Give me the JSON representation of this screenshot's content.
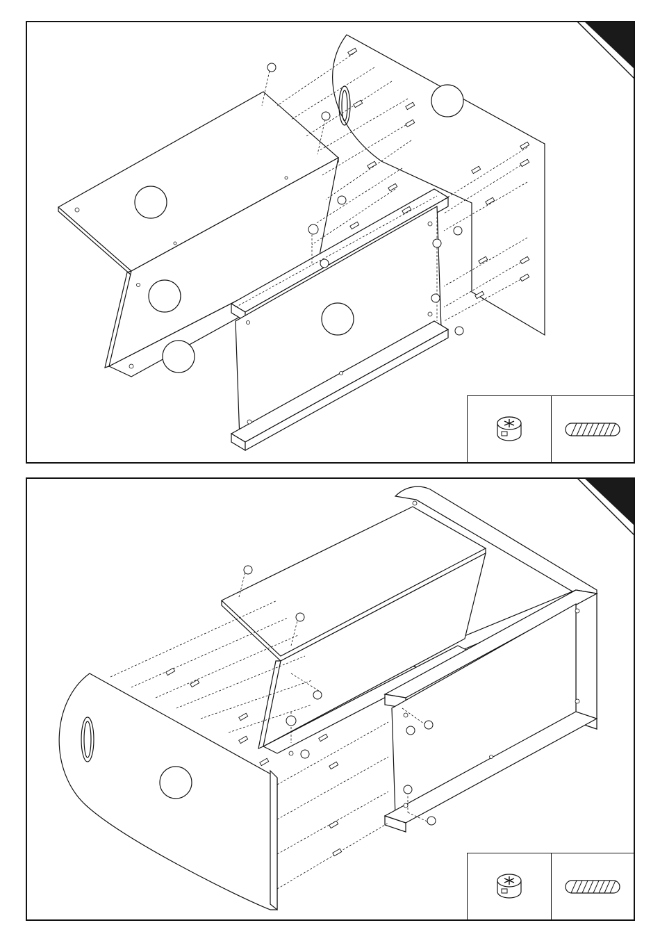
{
  "steps": [
    {
      "id": "step-a",
      "hardware": [
        "cam-lock-fitting",
        "wooden-dowel"
      ]
    },
    {
      "id": "step-b",
      "hardware": [
        "cam-lock-fitting",
        "wooden-dowel"
      ]
    }
  ],
  "colors": {
    "line": "#111111",
    "background": "#ffffff",
    "corner_tab": "#1a1a1a"
  },
  "icons": {
    "cam_lock": "cam-lock-fitting-icon",
    "dowel": "wooden-dowel-icon"
  }
}
